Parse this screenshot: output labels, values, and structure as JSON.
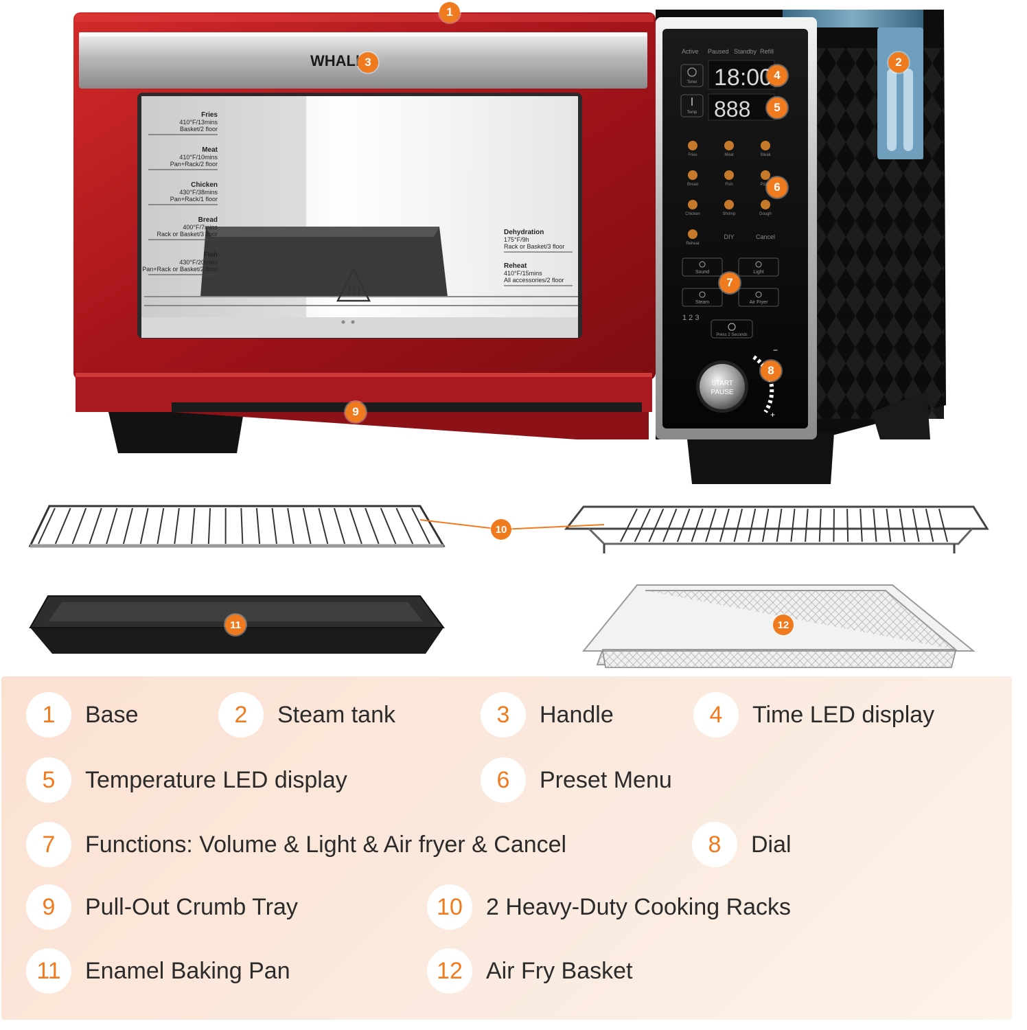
{
  "brand": "WHALI",
  "door_guide": {
    "left": [
      {
        "name": "Fries",
        "line1": "410°F/13mins",
        "line2": "Basket/2 floor"
      },
      {
        "name": "Meat",
        "line1": "410°F/10mins",
        "line2": "Pan+Rack/2 floor"
      },
      {
        "name": "Chicken",
        "line1": "430°F/38mins",
        "line2": "Pan+Rack/1 floor"
      },
      {
        "name": "Bread",
        "line1": "400°F/7mins",
        "line2": "Rack or Basket/3 floor"
      },
      {
        "name": "Fish",
        "line1": "430°F/20mins",
        "line2": "Pan+Rack or Basket/2 floor"
      }
    ],
    "right": [
      {
        "name": "Dehydration",
        "line1": "175°F/9h",
        "line2": "Rack or Basket/3 floor"
      },
      {
        "name": "Reheat",
        "line1": "410°F/15mins",
        "line2": "All accessories/2 floor"
      }
    ]
  },
  "panel": {
    "status_labels": [
      "Active",
      "Paused",
      "Standby",
      "Refill"
    ],
    "timer_label": "Timer",
    "temp_label": "Temp",
    "time_display": "18:00",
    "temp_display": "888",
    "presets": [
      "Fries",
      "Meat",
      "Steak",
      "Bread",
      "Fish",
      "Pizza",
      "Chicken",
      "Shrimp",
      "Dough",
      "Reheat",
      "DIY",
      "Cancel"
    ],
    "functions": [
      "Sound",
      "Light",
      "Steam",
      "Air Fryer"
    ],
    "steam_levels": "1 2 3",
    "power_label": "Press 2 Seconds",
    "dial_line1": "START",
    "dial_line2": "PAUSE",
    "dial_minus": "−",
    "dial_plus": "+"
  },
  "callouts": [
    "1",
    "2",
    "3",
    "4",
    "5",
    "6",
    "7",
    "8",
    "9",
    "10",
    "11",
    "12"
  ],
  "legend": [
    {
      "num": "1",
      "label": "Base"
    },
    {
      "num": "2",
      "label": "Steam tank"
    },
    {
      "num": "3",
      "label": "Handle"
    },
    {
      "num": "4",
      "label": "Time LED display"
    },
    {
      "num": "5",
      "label": "Temperature LED display"
    },
    {
      "num": "6",
      "label": "Preset Menu"
    },
    {
      "num": "7",
      "label": "Functions: Volume & Light & Air fryer & Cancel"
    },
    {
      "num": "8",
      "label": "Dial"
    },
    {
      "num": "9",
      "label": "Pull-Out Crumb Tray"
    },
    {
      "num": "10",
      "label": "2 Heavy-Duty Cooking Racks"
    },
    {
      "num": "11",
      "label": "Enamel Baking Pan"
    },
    {
      "num": "12",
      "label": "Air Fry Basket"
    }
  ],
  "colors": {
    "accent": "#f07a1e",
    "oven_red": "#b3161c",
    "legend_bg": "#fbe3d5",
    "body_black": "#0d0d0d"
  }
}
